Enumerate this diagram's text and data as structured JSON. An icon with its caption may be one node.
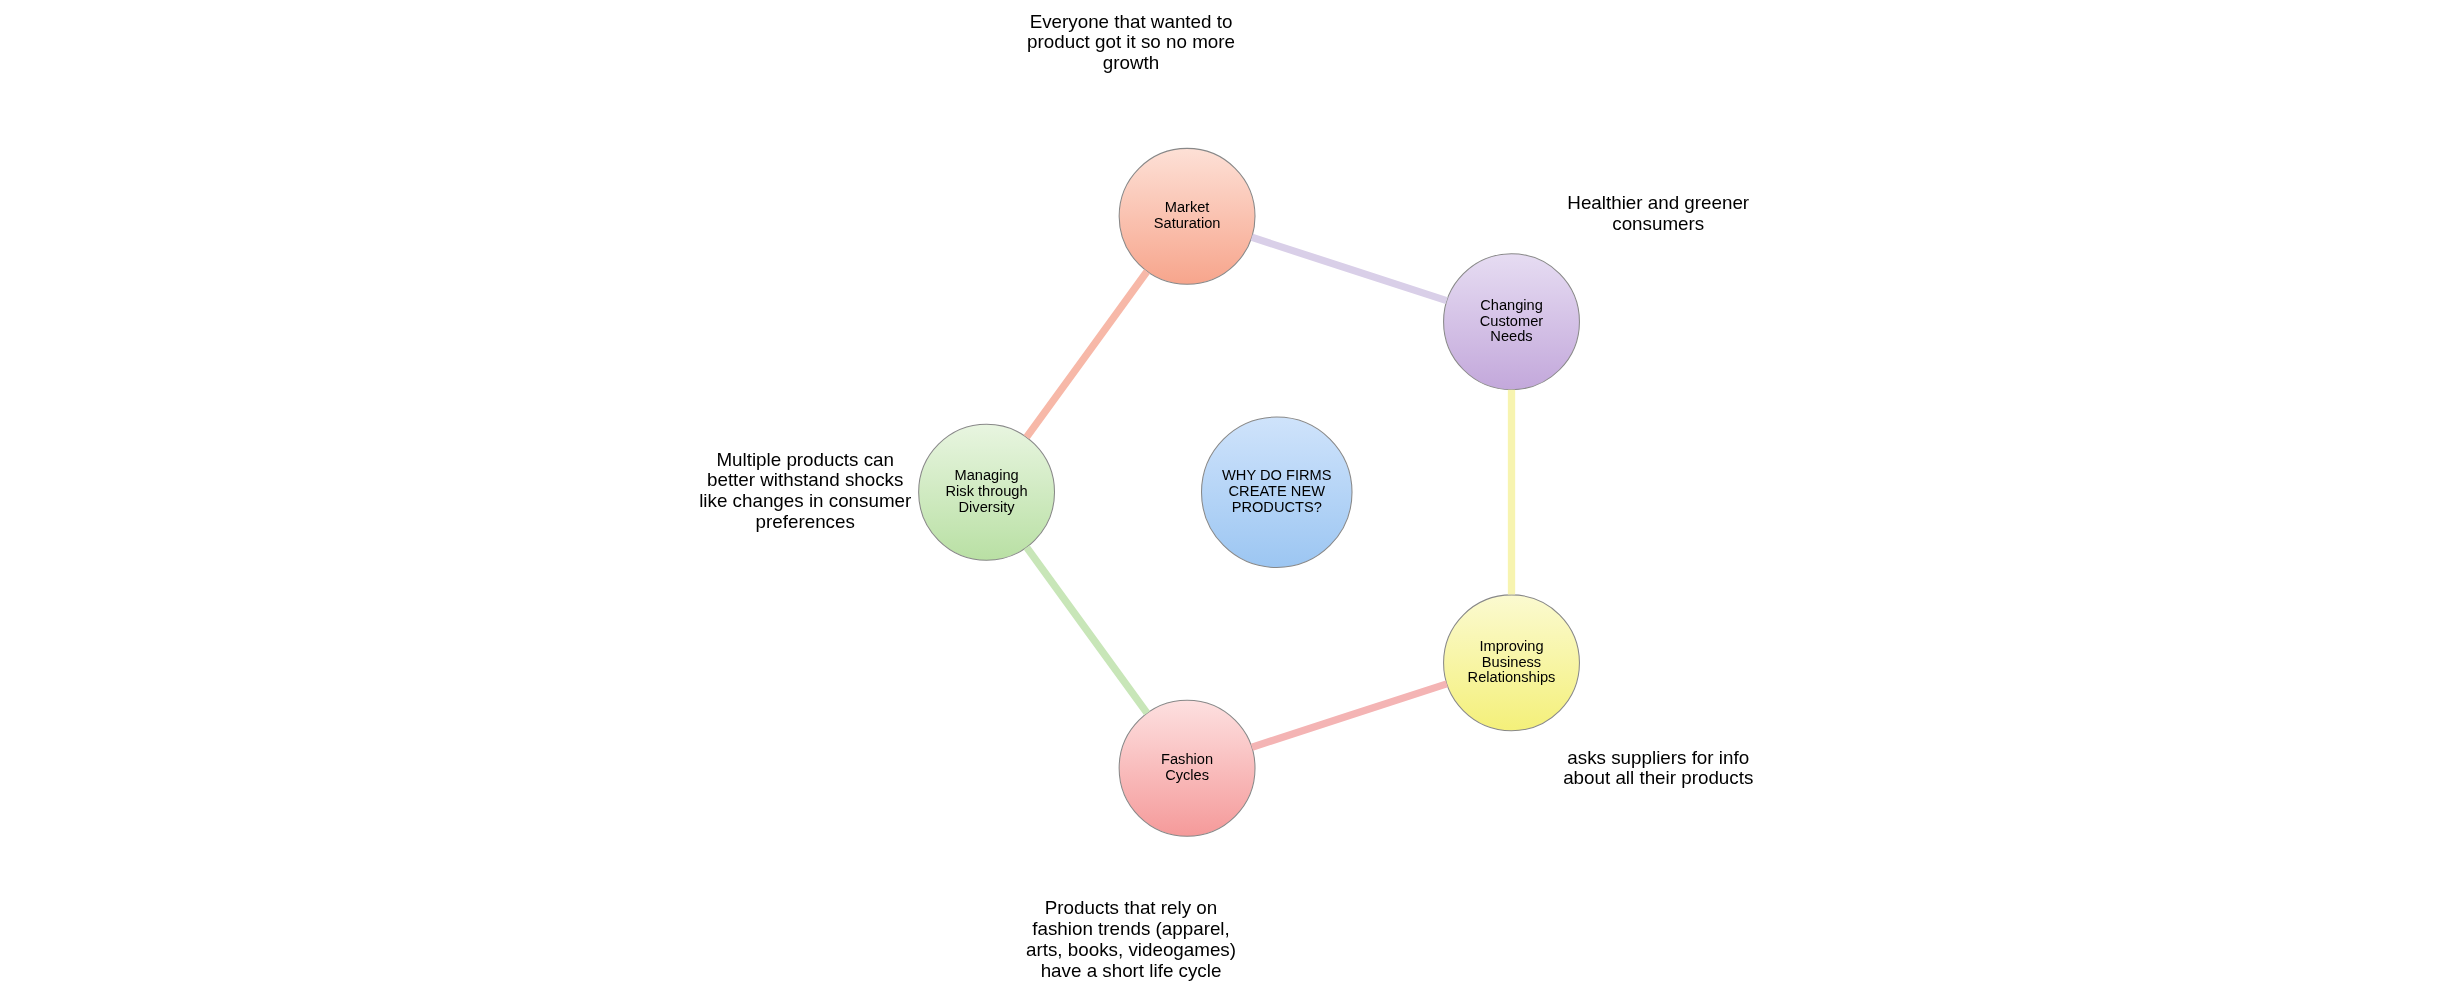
{
  "diagram": {
    "nodes": [
      {
        "text": [
          "WHY DO FIRMS CREATE NEW PRODUCTS?"
        ]
      },
      {
        "text": [
          "Changing Customer Needs"
        ],
        "beside": [
          "Healthier and greener consumers"
        ]
      },
      {
        "text": [
          "Market Saturation"
        ],
        "beside": [
          "Everyone that wanted to product got it so no more growth"
        ]
      },
      {
        "text": [
          "Managing Risk through Diversity"
        ],
        "beside": [
          "Multiple products can better withstand shocks like changes in consumer preferences"
        ]
      },
      {
        "text": [
          "Fashion Cycles"
        ],
        "beside": [
          "Products that rely on fashion trends (apparel, arts, books, videogames) have a short life cycle"
        ]
      },
      {
        "text": [
          "Improving Business Relationships"
        ],
        "beside": [
          "asks suppliers for info about all their products"
        ]
      }
    ],
    "edges": [
      {
        "from": 1,
        "to": 2,
        "arrow": "none",
        "color": "#d9cfe8"
      },
      {
        "from": 2,
        "to": 3,
        "arrow": "none",
        "color": "#f7b8a8"
      },
      {
        "from": 3,
        "to": 4,
        "arrow": "none",
        "color": "#c8e6b8"
      },
      {
        "from": 4,
        "to": 5,
        "arrow": "none",
        "color": "#f4b4b4"
      },
      {
        "from": 5,
        "to": 1,
        "arrow": "none",
        "color": "#f7f4b0"
      }
    ]
  }
}
